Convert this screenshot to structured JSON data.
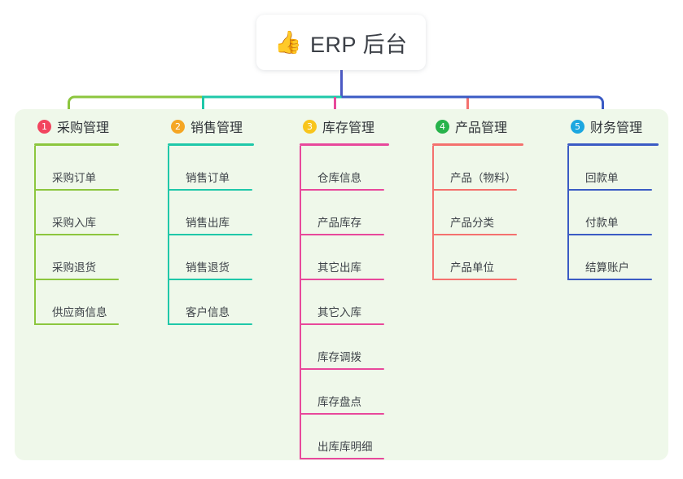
{
  "root": {
    "emoji": "👍",
    "emoji_name": "thumbs-up-emoji",
    "title": "ERP 后台"
  },
  "palette": {
    "panel_background": "#EFF8EA",
    "page_background": "#FFFFFF",
    "root_text": "#3B3F46",
    "leaf_text": "#3D4248",
    "trunk": "#4B59C4"
  },
  "columns": [
    {
      "index": "1",
      "badge_color": "#F2455F",
      "rule_color": "#8CC63E",
      "line_color": "#8CC63E",
      "title": "采购管理",
      "items": [
        {
          "label": "采购订单"
        },
        {
          "label": "采购入库"
        },
        {
          "label": "采购退货"
        },
        {
          "label": "供应商信息"
        }
      ]
    },
    {
      "index": "2",
      "badge_color": "#F5A623",
      "rule_color": "#1FC8A9",
      "line_color": "#1FC8A9",
      "title": "销售管理",
      "items": [
        {
          "label": "销售订单"
        },
        {
          "label": "销售出库"
        },
        {
          "label": "销售退货"
        },
        {
          "label": "客户信息"
        }
      ]
    },
    {
      "index": "3",
      "badge_color": "#F8C51C",
      "rule_color": "#E8489B",
      "line_color": "#E8489B",
      "title": "库存管理",
      "items": [
        {
          "label": "仓库信息"
        },
        {
          "label": "产品库存"
        },
        {
          "label": "其它出库"
        },
        {
          "label": "其它入库"
        },
        {
          "label": "库存调拨"
        },
        {
          "label": "库存盘点"
        },
        {
          "label": "出库库明细"
        }
      ]
    },
    {
      "index": "4",
      "badge_color": "#27B34B",
      "rule_color": "#F4716E",
      "line_color": "#F4716E",
      "title": "产品管理",
      "items": [
        {
          "label": "产品（物料）"
        },
        {
          "label": "产品分类"
        },
        {
          "label": "产品单位"
        }
      ]
    },
    {
      "index": "5",
      "badge_color": "#1CA7E0",
      "rule_color": "#3B5BC4",
      "line_color": "#3B5BC4",
      "title": "财务管理",
      "items": [
        {
          "label": "回款单"
        },
        {
          "label": "付款单"
        },
        {
          "label": "结算账户"
        }
      ]
    }
  ]
}
